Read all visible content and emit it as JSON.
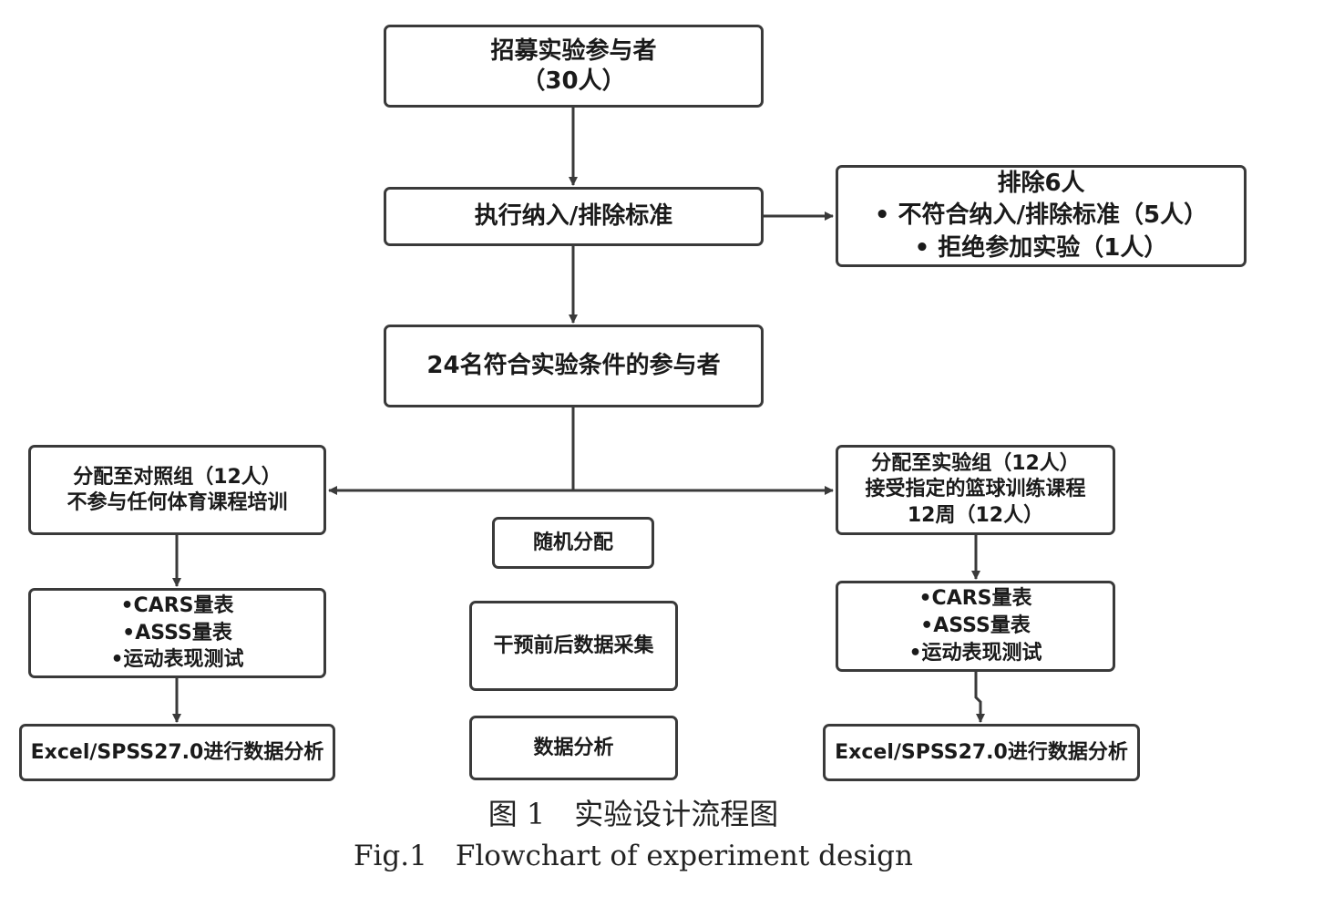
{
  "boxes": {
    "recruit": [
      "招募实验参与者",
      "（30人）"
    ],
    "criteria": [
      "执行纳入/排除标准"
    ],
    "excluded": [
      "排除6人",
      "• 不符合纳入/排除标准（5人）",
      "• 拒绝参加实验（1人）"
    ],
    "eligible": [
      "24名符合实验条件的参与者"
    ],
    "control": [
      "分配至对照组（12人）",
      "不参与任何体育课程培训"
    ],
    "experimental": [
      "分配至实验组（12人）",
      "接受指定的篮球训练课程",
      "12周（12人）"
    ],
    "random": [
      "随机分配"
    ],
    "collect": [
      "干预前后数据采集"
    ],
    "analysis": [
      "数据分析"
    ],
    "control_measures": [
      "•CARS量表",
      "•ASSS量表",
      "•运动表现测试"
    ],
    "exp_measures": [
      "•CARS量表",
      "•ASSS量表",
      "•运动表现测试"
    ],
    "control_software": [
      "Excel/SPSS27.0进行数据分析"
    ],
    "exp_software": [
      "Excel/SPSS27.0进行数据分析"
    ]
  },
  "caption": {
    "zh": "图 1　实验设计流程图",
    "en": "Fig.1　Flowchart of experiment design"
  }
}
